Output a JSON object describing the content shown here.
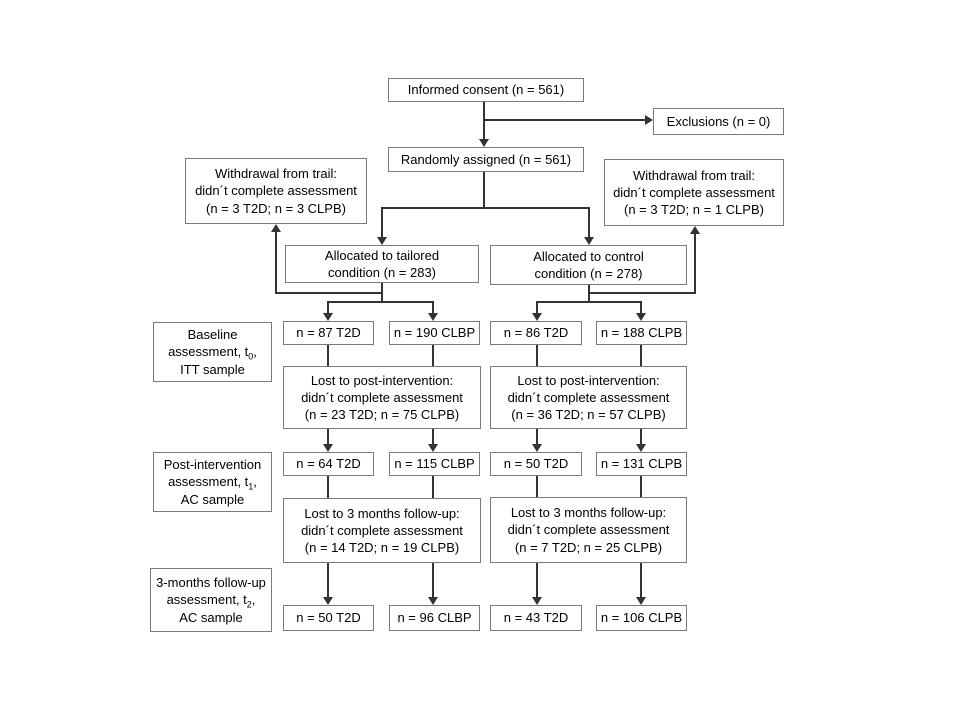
{
  "flowchart": {
    "informed_consent": "Informed consent (n = 561)",
    "exclusions": "Exclusions (n = 0)",
    "randomly_assigned": "Randomly assigned (n = 561)",
    "withdrawal_tailored": {
      "lines": [
        "Withdrawal from trail:",
        "didn´t complete assessment",
        "(n = 3 T2D; n = 3 CLPB)"
      ]
    },
    "withdrawal_control": {
      "lines": [
        "Withdrawal from trail:",
        "didn´t complete assessment",
        "(n = 3 T2D; n = 1 CLPB)"
      ]
    },
    "allocated_tailored": {
      "lines": [
        "Allocated to tailored",
        "condition (n = 283)"
      ]
    },
    "allocated_control": {
      "lines": [
        "Allocated to control",
        "condition (n = 278)"
      ]
    },
    "stage_labels": {
      "baseline": {
        "line1": "Baseline",
        "line2_main": "assessment, t",
        "line2_sub": "0",
        "line2_tail": ",",
        "line3": "ITT sample"
      },
      "post_intervention": {
        "line1": "Post-intervention",
        "line2_main": "assessment, t",
        "line2_sub": "1",
        "line2_tail": ",",
        "line3": "AC sample"
      },
      "followup": {
        "line1": "3-months follow-up",
        "line2_main": "assessment, t",
        "line2_sub": "2",
        "line2_tail": ",",
        "line3": "AC sample"
      }
    },
    "baseline_counts": {
      "tailored_t2d": "n = 87 T2D",
      "tailored_clbp": "n = 190 CLBP",
      "control_t2d": "n = 86 T2D",
      "control_clpb": "n = 188 CLPB"
    },
    "lost_post_intervention_tailored": {
      "lines": [
        "Lost to post-intervention:",
        "didn´t complete assessment",
        "(n = 23 T2D; n = 75 CLPB)"
      ]
    },
    "lost_post_intervention_control": {
      "lines": [
        "Lost to post-intervention:",
        "didn´t complete assessment",
        "(n = 36 T2D; n = 57 CLPB)"
      ]
    },
    "post_counts": {
      "tailored_t2d": "n = 64 T2D",
      "tailored_clbp": "n = 115 CLBP",
      "control_t2d": "n = 50 T2D",
      "control_clpb": "n = 131 CLPB"
    },
    "lost_followup_tailored": {
      "lines": [
        "Lost to 3 months follow-up:",
        "didn´t complete assessment",
        "(n = 14 T2D; n = 19 CLPB)"
      ]
    },
    "lost_followup_control": {
      "lines": [
        "Lost to 3 months follow-up:",
        "didn´t complete assessment",
        "(n = 7 T2D; n = 25 CLPB)"
      ]
    },
    "followup_counts": {
      "tailored_t2d": "n = 50 T2D",
      "tailored_clbp": "n = 96 CLBP",
      "control_t2d": "n = 43 T2D",
      "control_clpb": "n = 106 CLPB"
    }
  },
  "colors": {
    "background": "#ffffff",
    "text": "#000000",
    "box_border": "#7a7a7a",
    "line": "#333333"
  }
}
